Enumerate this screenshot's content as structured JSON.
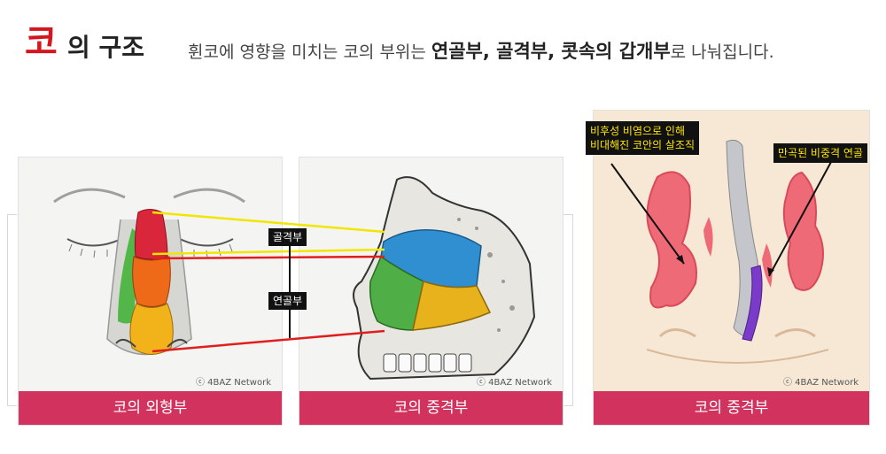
{
  "header": {
    "title_main": "코",
    "title_rest": "의 구조",
    "subtitle_pre": "휜코에 영향을 미치는 코의 부위는 ",
    "subtitle_bold": "연골부, 골격부, 콧속의 갑개부",
    "subtitle_post": "로 나눠집니다."
  },
  "panels": [
    {
      "caption": "코의 외형부",
      "credit": "ⓒ 4BAZ Network"
    },
    {
      "caption": "코의 중격부",
      "credit": "ⓒ 4BAZ Network"
    },
    {
      "caption": "코의 중격부",
      "credit": "ⓒ 4BAZ Network"
    }
  ],
  "labels": {
    "bone": "골격부",
    "cartilage": "연골부",
    "hypertrophy_line1": "비후성 비염으로 인해",
    "hypertrophy_line2": "비대해진 코안의 살조직",
    "deviated": "만곡된 비중격 연골"
  },
  "colors": {
    "caption_bg": "#d1335e",
    "title_red": "#d6161e",
    "bone_line": "#f2e600",
    "cartilage_line": "#e01e1e"
  }
}
